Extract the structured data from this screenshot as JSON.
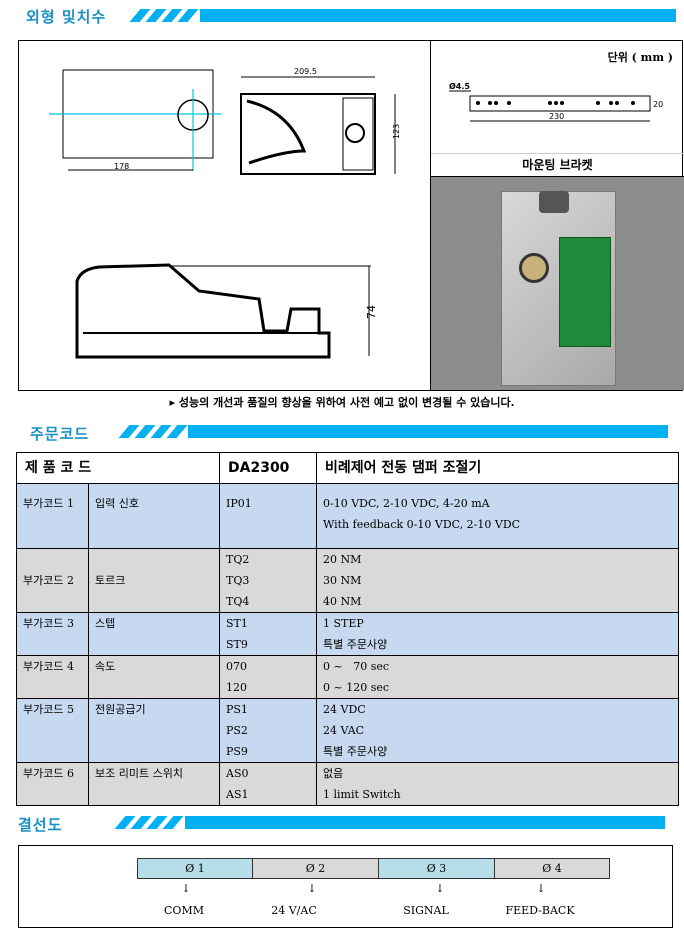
{
  "sections": {
    "dimensions_title": "외형 및치수",
    "order_code_title": "주문코드",
    "wiring_title": "결선도"
  },
  "dimensions": {
    "unit_label": "단위 ( mm )",
    "bracket_caption": "마운팅 브라켓",
    "bracket_hole": "Ø4.5",
    "bracket_length": "230",
    "bracket_height": "20",
    "top_view_length": "178",
    "front_view_width": "209.5",
    "front_view_height": "123",
    "side_view_height": "74",
    "note": "성능의 개선과 품질의 향상을 위하여 사전 예고 없이 변경될 수 있습니다."
  },
  "order_table": {
    "header": {
      "label": "제 품 코 드",
      "code": "DA2300",
      "desc": "비례제어 전동 댐퍼 조절기"
    },
    "rows": [
      {
        "group": "부가코드 1",
        "name": "입력 신호",
        "codes": [
          "IP01"
        ],
        "values": [
          "0-10 VDC, 2-10 VDC, 4-20 mA",
          "With feedback 0-10 VDC, 2-10 VDC"
        ]
      },
      {
        "group": "부가코드 2",
        "name": "토르크",
        "codes": [
          "TQ2",
          "TQ3",
          "TQ4"
        ],
        "values": [
          "20 NM",
          "30 NM",
          "40 NM"
        ]
      },
      {
        "group": "부가코드 3",
        "name": "스텝",
        "codes": [
          "ST1",
          "ST9"
        ],
        "values": [
          "1 STEP",
          "특별 주문사양"
        ]
      },
      {
        "group": "부가코드 4",
        "name": "속도",
        "codes": [
          "070",
          "120"
        ],
        "values": [
          "0 ~   70 sec",
          "0 ~ 120 sec"
        ]
      },
      {
        "group": "부가코드 5",
        "name": "전원공급기",
        "codes": [
          "PS1",
          "PS2",
          "PS9"
        ],
        "values": [
          "24 VDC",
          "24 VAC",
          "특별 주문사양"
        ]
      },
      {
        "group": "부가코드 6",
        "name": "보조 리미트 스위치",
        "codes": [
          "AS0",
          "AS1"
        ],
        "values": [
          "없음",
          "1 limit Switch"
        ]
      }
    ]
  },
  "wiring": {
    "terminals": [
      {
        "label": "Ø  1",
        "arrow": "↓",
        "signal": "COMM",
        "color": "#b7dde8"
      },
      {
        "label": "Ø  2",
        "arrow": "↓",
        "signal": "24 V/AC",
        "color": "#d9d9d9"
      },
      {
        "label": "Ø  3",
        "arrow": "↓",
        "signal": "SIGNAL",
        "color": "#b7dde8"
      },
      {
        "label": "Ø  4",
        "arrow": "↓",
        "signal": "FEED-BACK",
        "color": "#d9d9d9"
      }
    ]
  }
}
